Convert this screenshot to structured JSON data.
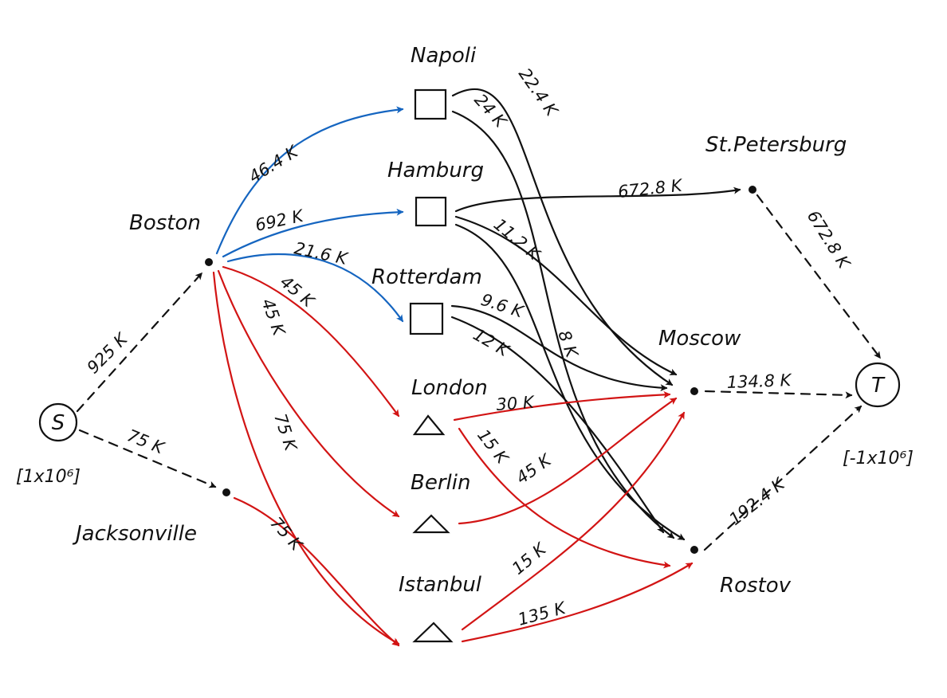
{
  "colors": {
    "black": "#111111",
    "blue": "#1565c0",
    "red": "#d21414"
  },
  "nodes": {
    "source": {
      "label": "S",
      "supply": "[1x10⁶]",
      "shape": "circle"
    },
    "sink": {
      "label": "T",
      "supply": "[-1x10⁶]",
      "shape": "circle"
    },
    "boston": {
      "label": "Boston",
      "shape": "dot"
    },
    "jacksonville": {
      "label": "Jacksonville",
      "shape": "dot"
    },
    "napoli": {
      "label": "Napoli",
      "shape": "square"
    },
    "hamburg": {
      "label": "Hamburg",
      "shape": "square"
    },
    "rotterdam": {
      "label": "Rotterdam",
      "shape": "square"
    },
    "london": {
      "label": "London",
      "shape": "triangle"
    },
    "berlin": {
      "label": "Berlin",
      "shape": "triangle"
    },
    "istanbul": {
      "label": "Istanbul",
      "shape": "triangle"
    },
    "st_petersburg": {
      "label": "St.Petersburg",
      "shape": "dot"
    },
    "moscow": {
      "label": "Moscow",
      "shape": "dot"
    },
    "rostov": {
      "label": "Rostov",
      "shape": "dot"
    }
  },
  "edges": {
    "s_boston": {
      "from": "S",
      "to": "Boston",
      "flow": "925 K",
      "style": "dashed",
      "color": "black"
    },
    "s_jacksonville": {
      "from": "S",
      "to": "Jacksonville",
      "flow": "75 K",
      "style": "dashed",
      "color": "black"
    },
    "boston_napoli": {
      "from": "Boston",
      "to": "Napoli",
      "flow": "46.4 K",
      "style": "solid",
      "color": "blue"
    },
    "boston_hamburg": {
      "from": "Boston",
      "to": "Hamburg",
      "flow": "692 K",
      "style": "solid",
      "color": "blue"
    },
    "boston_rotterdam": {
      "from": "Boston",
      "to": "Rotterdam",
      "flow": "21.6 K",
      "style": "solid",
      "color": "blue"
    },
    "boston_london": {
      "from": "Boston",
      "to": "London",
      "flow": "45 K",
      "style": "solid",
      "color": "red"
    },
    "boston_berlin": {
      "from": "Boston",
      "to": "Berlin",
      "flow": "45 K",
      "style": "solid",
      "color": "red"
    },
    "boston_istanbul": {
      "from": "Boston",
      "to": "Istanbul",
      "flow": "75 K",
      "style": "solid",
      "color": "red"
    },
    "jacksonville_istanbul": {
      "from": "Jacksonville",
      "to": "Istanbul",
      "flow": "75 K",
      "style": "solid",
      "color": "red"
    },
    "napoli_moscow": {
      "from": "Napoli",
      "to": "Moscow",
      "flow": "24 K",
      "style": "solid",
      "color": "black"
    },
    "napoli_rostov": {
      "from": "Napoli",
      "to": "Rostov",
      "flow": "22.4 K",
      "style": "solid",
      "color": "black"
    },
    "hamburg_stpetersburg": {
      "from": "Hamburg",
      "to": "St.Petersburg",
      "flow": "672.8 K",
      "style": "solid",
      "color": "black"
    },
    "hamburg_moscow": {
      "from": "Hamburg",
      "to": "Moscow",
      "flow": "11.2 K",
      "style": "solid",
      "color": "black"
    },
    "hamburg_rostov": {
      "from": "Hamburg",
      "to": "Rostov",
      "flow": "8 K",
      "style": "solid",
      "color": "black"
    },
    "rotterdam_moscow": {
      "from": "Rotterdam",
      "to": "Moscow",
      "flow": "9.6 K",
      "style": "solid",
      "color": "black"
    },
    "rotterdam_rostov": {
      "from": "Rotterdam",
      "to": "Rostov",
      "flow": "12 K",
      "style": "solid",
      "color": "black"
    },
    "london_moscow": {
      "from": "London",
      "to": "Moscow",
      "flow": "30 K",
      "style": "solid",
      "color": "red"
    },
    "london_rostov": {
      "from": "London",
      "to": "Rostov",
      "flow": "15 K",
      "style": "solid",
      "color": "red"
    },
    "berlin_moscow": {
      "from": "Berlin",
      "to": "Moscow",
      "flow": "45 K",
      "style": "solid",
      "color": "red"
    },
    "istanbul_moscow": {
      "from": "Istanbul",
      "to": "Moscow",
      "flow": "15 K",
      "style": "solid",
      "color": "red"
    },
    "istanbul_rostov": {
      "from": "Istanbul",
      "to": "Rostov",
      "flow": "135 K",
      "style": "solid",
      "color": "red"
    },
    "stpetersburg_t": {
      "from": "St.Petersburg",
      "to": "T",
      "flow": "672.8 K",
      "style": "dashed",
      "color": "black"
    },
    "moscow_t": {
      "from": "Moscow",
      "to": "T",
      "flow": "134.8 K",
      "style": "dashed",
      "color": "black"
    },
    "rostov_t": {
      "from": "Rostov",
      "to": "T",
      "flow": "192.4 K",
      "style": "dashed",
      "color": "black"
    }
  }
}
